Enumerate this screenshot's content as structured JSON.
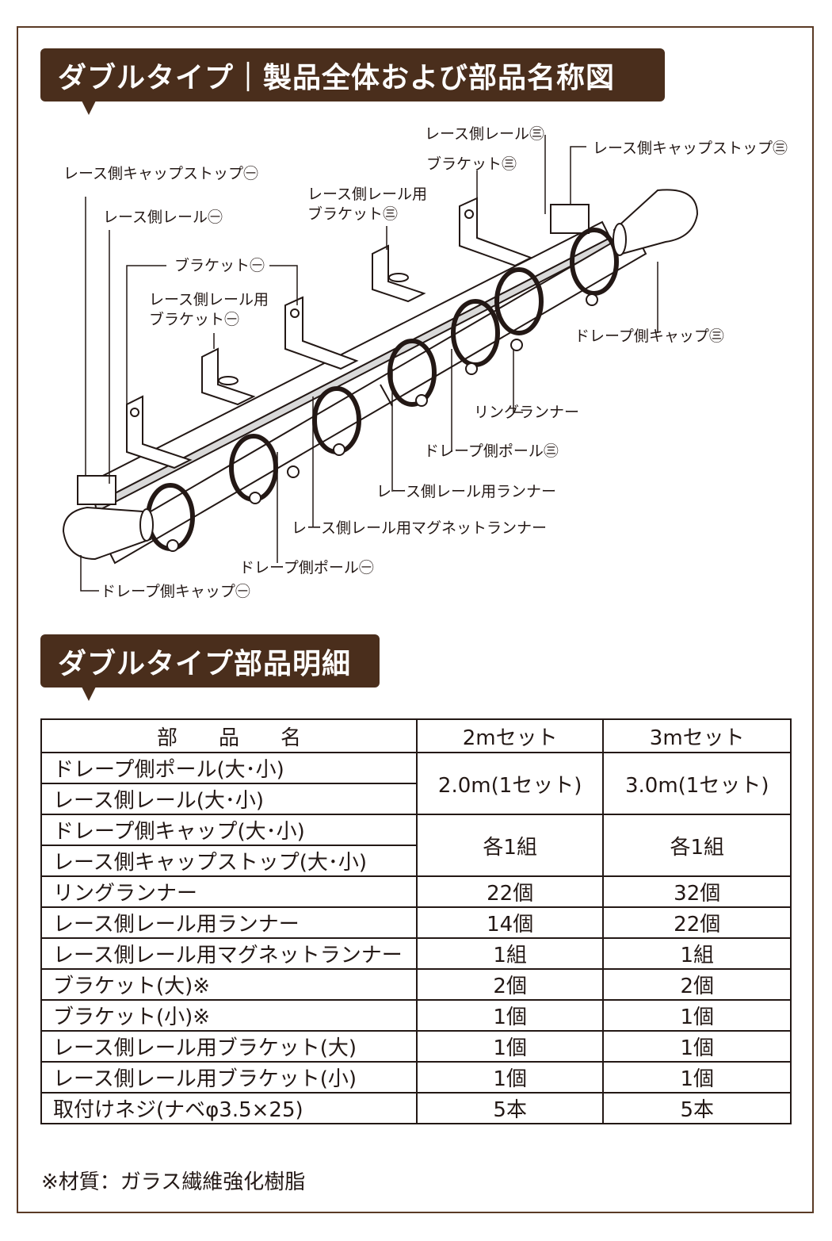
{
  "section1_title": "ダブルタイプ｜製品全体および部品名称図",
  "section2_title": "ダブルタイプ部品明細",
  "diagram_labels": {
    "lace_cap_stop_large": "レース側キャップストップ㊀",
    "lace_rail_large": "レース側レール㊀",
    "bracket_large": "ブラケット㊀",
    "lace_rail_bracket_large_1": "レース側レール用",
    "lace_rail_bracket_large_2": "ブラケット㊀",
    "lace_rail_bracket_small_1": "レース側レール用",
    "lace_rail_bracket_small_2": "ブラケット㊂",
    "lace_rail_small": "レース側レール㊂",
    "bracket_small": "ブラケット㊂",
    "lace_cap_stop_small": "レース側キャップストップ㊂",
    "drape_cap_small": "ドレープ側キャップ㊂",
    "ring_runner": "リングランナー",
    "drape_pole_small": "ドレープ側ポール㊂",
    "lace_rail_runner": "レース側レール用ランナー",
    "lace_rail_magnet_runner": "レース側レール用マグネットランナー",
    "drape_pole_large": "ドレープ側ポール㊀",
    "drape_cap_large": "ドレープ側キャップ㊀"
  },
  "table": {
    "headers": [
      "部　　品　　名",
      "2mセット",
      "3mセット"
    ],
    "group1": {
      "names": [
        "ドレープ側ポール(大･小)",
        "レース側レール(大･小)"
      ],
      "v2": "2.0m(1セット)",
      "v3": "3.0m(1セット)"
    },
    "group2": {
      "names": [
        "ドレープ側キャップ(大･小)",
        "レース側キャップストップ(大･小)"
      ],
      "v2": "各1組",
      "v3": "各1組"
    },
    "rows": [
      {
        "name": "リングランナー",
        "v2": "22個",
        "v3": "32個"
      },
      {
        "name": "レース側レール用ランナー",
        "v2": "14個",
        "v3": "22個"
      },
      {
        "name": "レース側レール用マグネットランナー",
        "v2": "1組",
        "v3": "1組"
      },
      {
        "name": "ブラケット(大)※",
        "v2": "2個",
        "v3": "2個"
      },
      {
        "name": "ブラケット(小)※",
        "v2": "1個",
        "v3": "1個"
      },
      {
        "name": "レース側レール用ブラケット(大)",
        "v2": "1個",
        "v3": "1個"
      },
      {
        "name": "レース側レール用ブラケット(小)",
        "v2": "1個",
        "v3": "1個"
      },
      {
        "name": "取付けネジ(ナベφ3.5×25)",
        "v2": "5本",
        "v3": "5本"
      }
    ]
  },
  "note": "※材質：ガラス繊維強化樹脂"
}
